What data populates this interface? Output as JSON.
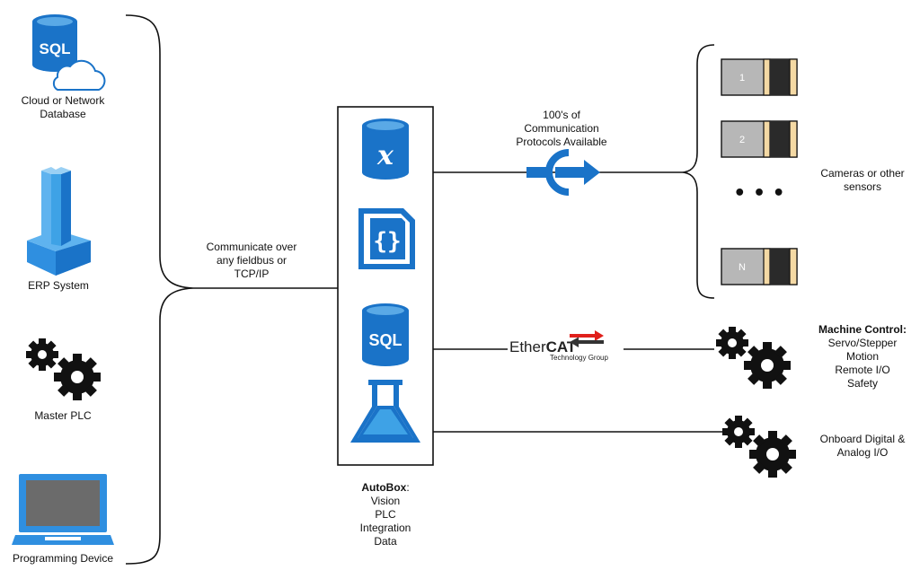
{
  "left_devices": {
    "cloud_db": {
      "label_line1": "Cloud or Network",
      "label_line2": "Database",
      "icon_text": "SQL"
    },
    "erp": {
      "label": "ERP System"
    },
    "master_plc": {
      "label": "Master PLC"
    },
    "programming_device": {
      "label": "Programming Device"
    }
  },
  "link_left": {
    "line1": "Communicate over",
    "line2": "any fieldbus or",
    "line3": "TCP/IP"
  },
  "autobox": {
    "title": "AutoBox",
    "title_suffix": ":",
    "lines": [
      "Vision",
      "PLC",
      "Integration",
      "Data"
    ],
    "icons": {
      "variable_db": "x",
      "code_file": "{}",
      "sql_db": "SQL"
    }
  },
  "protocols": {
    "line1": "100's of",
    "line2": "Communication",
    "line3": "Protocols Available"
  },
  "cameras": {
    "items": [
      "1",
      "2",
      "N"
    ],
    "ellipsis": "• • •",
    "label_line1": "Cameras or other",
    "label_line2": "sensors"
  },
  "ethercat": {
    "logo_main": "Ether",
    "logo_bold": "CAT",
    "logo_sub": "Technology Group"
  },
  "machine_control": {
    "title": "Machine Control:",
    "lines": [
      "Servo/Stepper",
      "Motion",
      "Remote I/O",
      "Safety"
    ]
  },
  "onboard_io": {
    "line1": "Onboard Digital &",
    "line2": "Analog I/O"
  },
  "colors": {
    "accent_blue": "#1a73c8",
    "light_blue": "#3ea2e6",
    "line": "#111111",
    "camera_gray": "#b7b7b7",
    "camera_tan": "#f4d9a4",
    "ethercat_red": "#e0201b"
  }
}
